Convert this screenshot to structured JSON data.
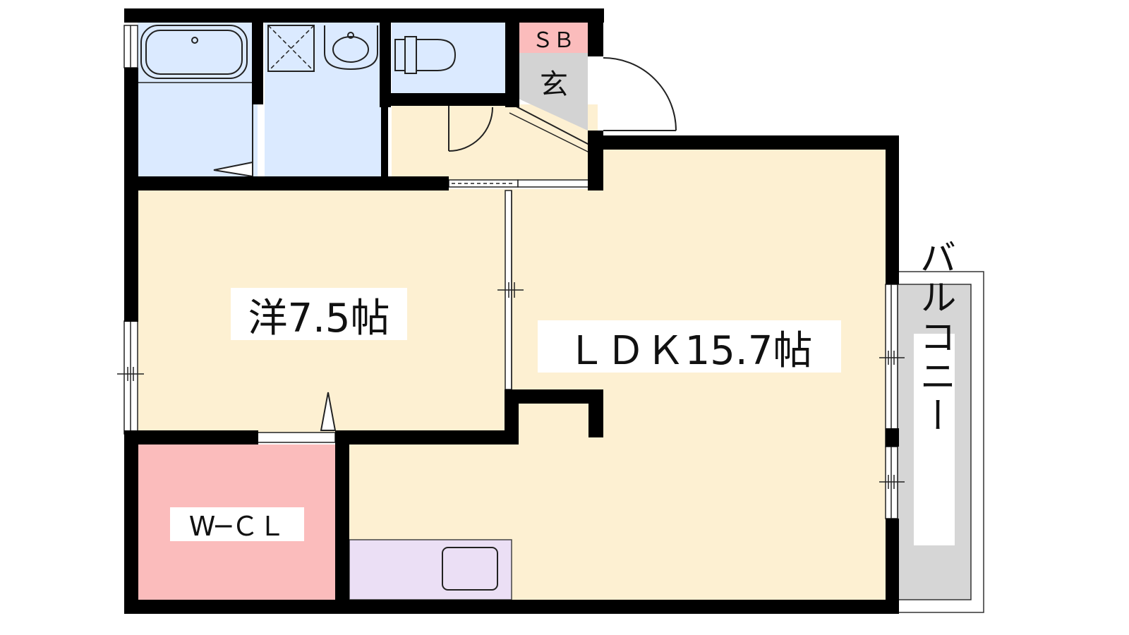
{
  "labels": {
    "western_room": "洋7.5帖",
    "ldk": "ＬＤＫ15.7帖",
    "walk_in_closet": "W─ＣＬ",
    "balcony": "バルコニー",
    "shoe_box": "ＳＢ",
    "entrance": "玄"
  },
  "colors": {
    "wall": "#000000",
    "room_floor": "#fdf0d2",
    "wet_area": "#dbeaff",
    "closet": "#fbbcbc",
    "shoe_box": "#fbbcbc",
    "entrance_floor": "#d3d3d3",
    "balcony": "#d6d6d6",
    "kitchen": "#ebdff5"
  }
}
